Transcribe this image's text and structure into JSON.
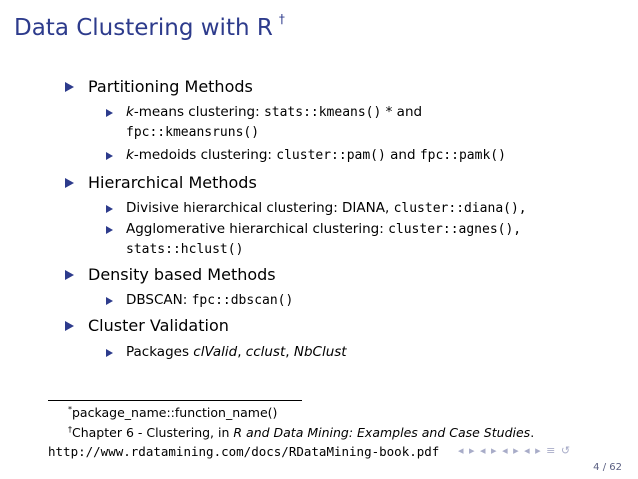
{
  "slide": {
    "title": "Data Clustering with R",
    "title_mark": "†",
    "sections": [
      {
        "label": "Partitioning Methods",
        "items": [
          {
            "em": "k",
            "text": "-means clustering: ",
            "code": "stats::kmeans()",
            "mark": " * and",
            "code2": "fpc::kmeansruns()"
          },
          {
            "em": "k",
            "text": "-medoids clustering: ",
            "code": "cluster::pam()",
            "and": " and ",
            "code2": "fpc::pamk()"
          }
        ]
      },
      {
        "label": "Hierarchical Methods",
        "items": [
          {
            "text": "Divisive hierarchical clustering: DIANA, ",
            "code": "cluster::diana(),"
          },
          {
            "text": "Agglomerative hierarchical clustering: ",
            "code": "cluster::agnes(),",
            "code2": "stats::hclust()"
          }
        ]
      },
      {
        "label": "Density based Methods",
        "items": [
          {
            "text": "DBSCAN: ",
            "code": "fpc::dbscan()"
          }
        ]
      },
      {
        "label": "Cluster Validation",
        "items": [
          {
            "text": "Packages ",
            "it1": "clValid",
            "sep1": ", ",
            "it2": "cclust",
            "sep2": ", ",
            "it3": "NbClust"
          }
        ]
      }
    ],
    "footnotes": {
      "fn1_mark": "*",
      "fn1_text": "package_name::function_name()",
      "fn2_mark": "†",
      "fn2_pre": "Chapter 6 - Clustering, in ",
      "fn2_italic": "R and Data Mining: Examples and Case Studies",
      "fn2_post": ".",
      "url": "http://www.rdatamining.com/docs/RDataMining-book.pdf"
    },
    "nav_symbols": "◂ ▸ ◂ ▸ ◂ ▸ ◂ ▸ ≡ ↺",
    "page_number": "4 / 62"
  }
}
